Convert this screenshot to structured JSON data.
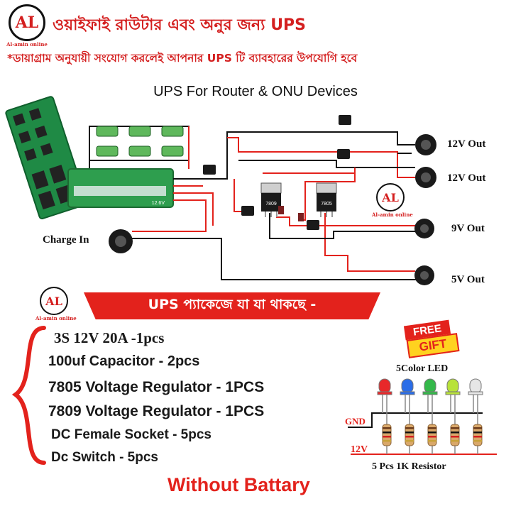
{
  "header": {
    "title_bn": "ওয়াইফাই রাউটার এবং অনুর জন্য UPS",
    "subtitle_bn": "*ডায়াগ্রাম অনুযায়ী সংযোগ করলেই আপনার UPS টি ব্যাবহারের উপযোগি হবে",
    "logo_text": "AL",
    "logo_caption": "Al-amin online"
  },
  "diagram": {
    "title": "UPS For Router & ONU Devices",
    "charge_in": "Charge In",
    "outputs": [
      "12V Out",
      "12V Out",
      "9V Out",
      "5V Out"
    ],
    "regulators": [
      "7809",
      "7805"
    ],
    "bms_label": "12.6V"
  },
  "package": {
    "banner": "UPS প্যাকেজে যা যা থাকছে -",
    "items": [
      "3S 12V 20A -1pcs",
      "100uf Capacitor   - 2pcs",
      "7805 Voltage Regulator  -  1PCS",
      "7809 Voltage Regulator  - 1PCS",
      "DC Female Socket - 5pcs",
      "Dc Switch - 5pcs"
    ],
    "note": "Without Battary"
  },
  "gift": {
    "free": "FREE",
    "gift": "GIFT",
    "led_title": "5Color LED",
    "gnd": "GND",
    "v12": "12V",
    "resistor_title": "5 Pcs 1K Resistor",
    "led_colors": [
      "#e8282a",
      "#2a6de8",
      "#34b84a",
      "#b8e23a",
      "#e6e6e6"
    ]
  },
  "colors": {
    "accent": "#e3221c",
    "board_green": "#2e9e4e",
    "wire": "#111111"
  }
}
